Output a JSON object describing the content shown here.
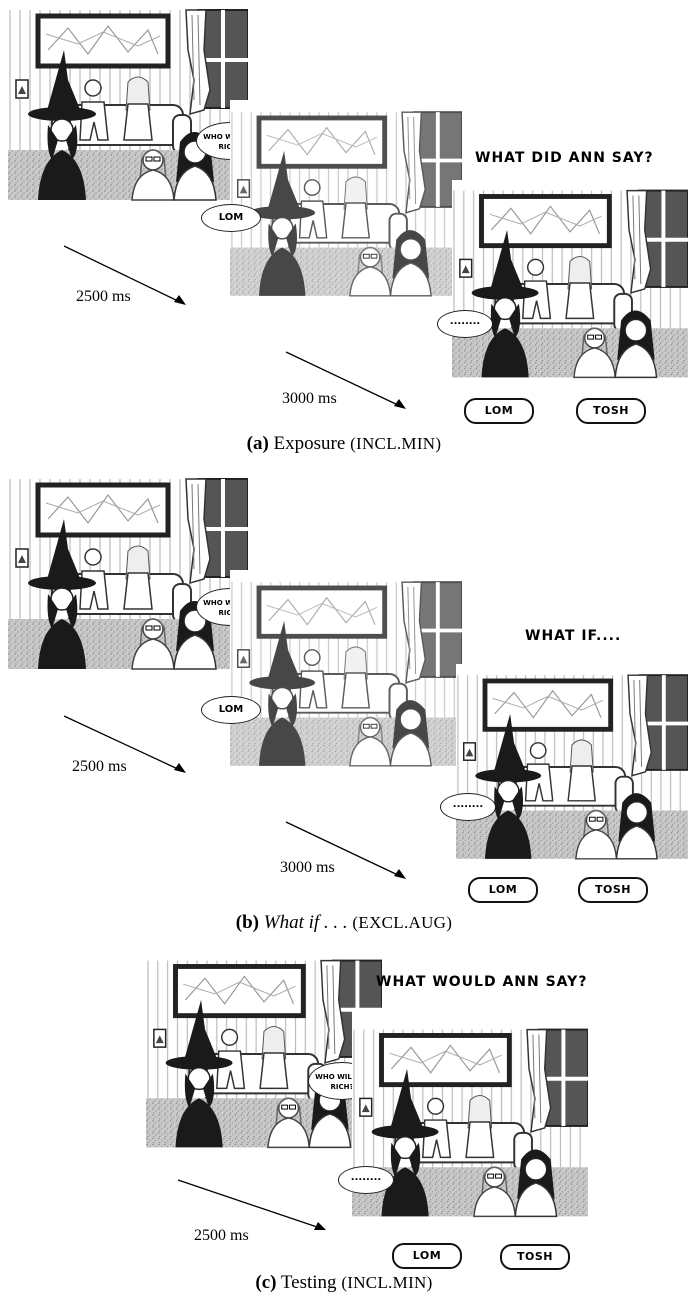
{
  "figure": {
    "a": {
      "caption_label": "(a)",
      "caption_title": "Exposure",
      "caption_condition": "(INCL.MIN)",
      "timing_1": "2500 ms",
      "timing_2": "3000 ms",
      "question": "WHAT DID ANN SAY?",
      "bubble_1": "WHO WILL BE RICH?",
      "bubble_2": "LOM",
      "bubble_3": "........",
      "choice_1": "LOM",
      "choice_2": "TOSH"
    },
    "b": {
      "caption_label": "(b)",
      "caption_title": "What if . . .",
      "caption_condition": "(EXCL.AUG)",
      "timing_1": "2500 ms",
      "timing_2": "3000 ms",
      "question": "WHAT IF....",
      "bubble_1": "WHO WILL BE RICH?",
      "bubble_2": "LOM",
      "bubble_3": "........",
      "choice_1": "LOM",
      "choice_2": "TOSH"
    },
    "c": {
      "caption_label": "(c)",
      "caption_title": "Testing",
      "caption_condition": "(INCL.MIN)",
      "timing_1": "2500 ms",
      "question": "WHAT WOULD ANN SAY?",
      "bubble_1": "WHO WILL BE RICH?",
      "bubble_2": "........",
      "choice_1": "LOM",
      "choice_2": "TOSH"
    }
  }
}
